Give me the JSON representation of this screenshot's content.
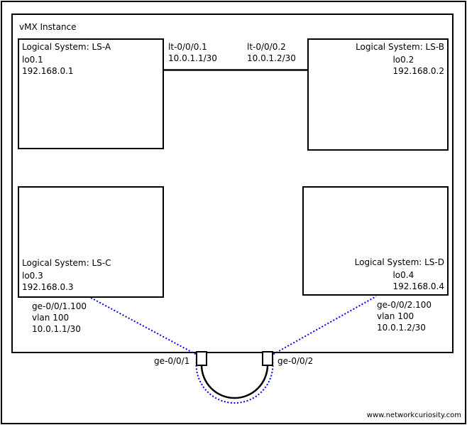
{
  "diagram": {
    "title": "vMX Instance",
    "watermark": "www.networkcuriosity.com"
  },
  "colors": {
    "line": "#000000",
    "dotted_link": "#0000ee",
    "background": "#ffffff"
  },
  "logical_systems": [
    {
      "name": "Logical System: LS-A",
      "loopback": "lo0.1",
      "loopback_ip": "192.168.0.1"
    },
    {
      "name": "Logical System: LS-B",
      "loopback": "lo0.2",
      "loopback_ip": "192.168.0.2"
    },
    {
      "name": "Logical System: LS-C",
      "loopback": "lo0.3",
      "loopback_ip": "192.168.0.3"
    },
    {
      "name": "Logical System: LS-D",
      "loopback": "lo0.4",
      "loopback_ip": "192.168.0.4"
    }
  ],
  "lt_link": {
    "a_end": {
      "interface": "lt-0/0/0.1",
      "ip": "10.0.1.1/30"
    },
    "b_end": {
      "interface": "lt-0/0/0.2",
      "ip": "10.0.1.2/30"
    }
  },
  "ge_link": {
    "c_end": {
      "interface": "ge-0/0/1.100",
      "vlan": "vlan 100",
      "ip": "10.0.1.1/30"
    },
    "d_end": {
      "interface": "ge-0/0/2.100",
      "vlan": "vlan 100",
      "ip": "10.0.1.2/30"
    }
  },
  "ports": [
    {
      "label": "ge-0/0/1"
    },
    {
      "label": "ge-0/0/2"
    }
  ]
}
